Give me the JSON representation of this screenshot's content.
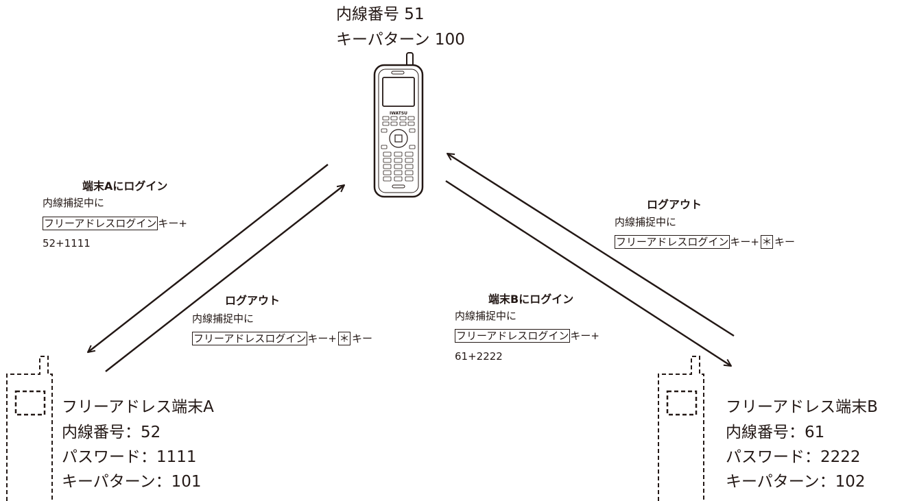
{
  "main_phone": {
    "ext_line": "内線番号 51",
    "key_line": "キーパターン 100",
    "brand": "IWATSU"
  },
  "login_a": {
    "title": "端末Aにログイン",
    "line1": "内線捕捉中に",
    "key_label": "フリーアドレスログイン",
    "suffix": "キー+",
    "code": "52+1111"
  },
  "logout_a": {
    "title": "ログアウト",
    "line1": "内線捕捉中に",
    "key_label": "フリーアドレスログイン",
    "plus": "キー+",
    "star": "＊",
    "suffix": "キー"
  },
  "login_b": {
    "title": "端末Bにログイン",
    "line1": "内線捕捉中に",
    "key_label": "フリーアドレスログイン",
    "suffix": "キー+",
    "code": "61+2222"
  },
  "logout_b": {
    "title": "ログアウト",
    "line1": "内線捕捉中に",
    "key_label": "フリーアドレスログイン",
    "plus": "キー+",
    "star": "＊",
    "suffix": "キー"
  },
  "terminal_a": {
    "name": "フリーアドレス端末A",
    "ext": "内線番号：52",
    "password": "パスワード：1111",
    "key_pattern": "キーパターン：101"
  },
  "terminal_b": {
    "name": "フリーアドレス端末B",
    "ext": "内線番号：61",
    "password": "パスワード：2222",
    "key_pattern": "キーパターン：102"
  }
}
